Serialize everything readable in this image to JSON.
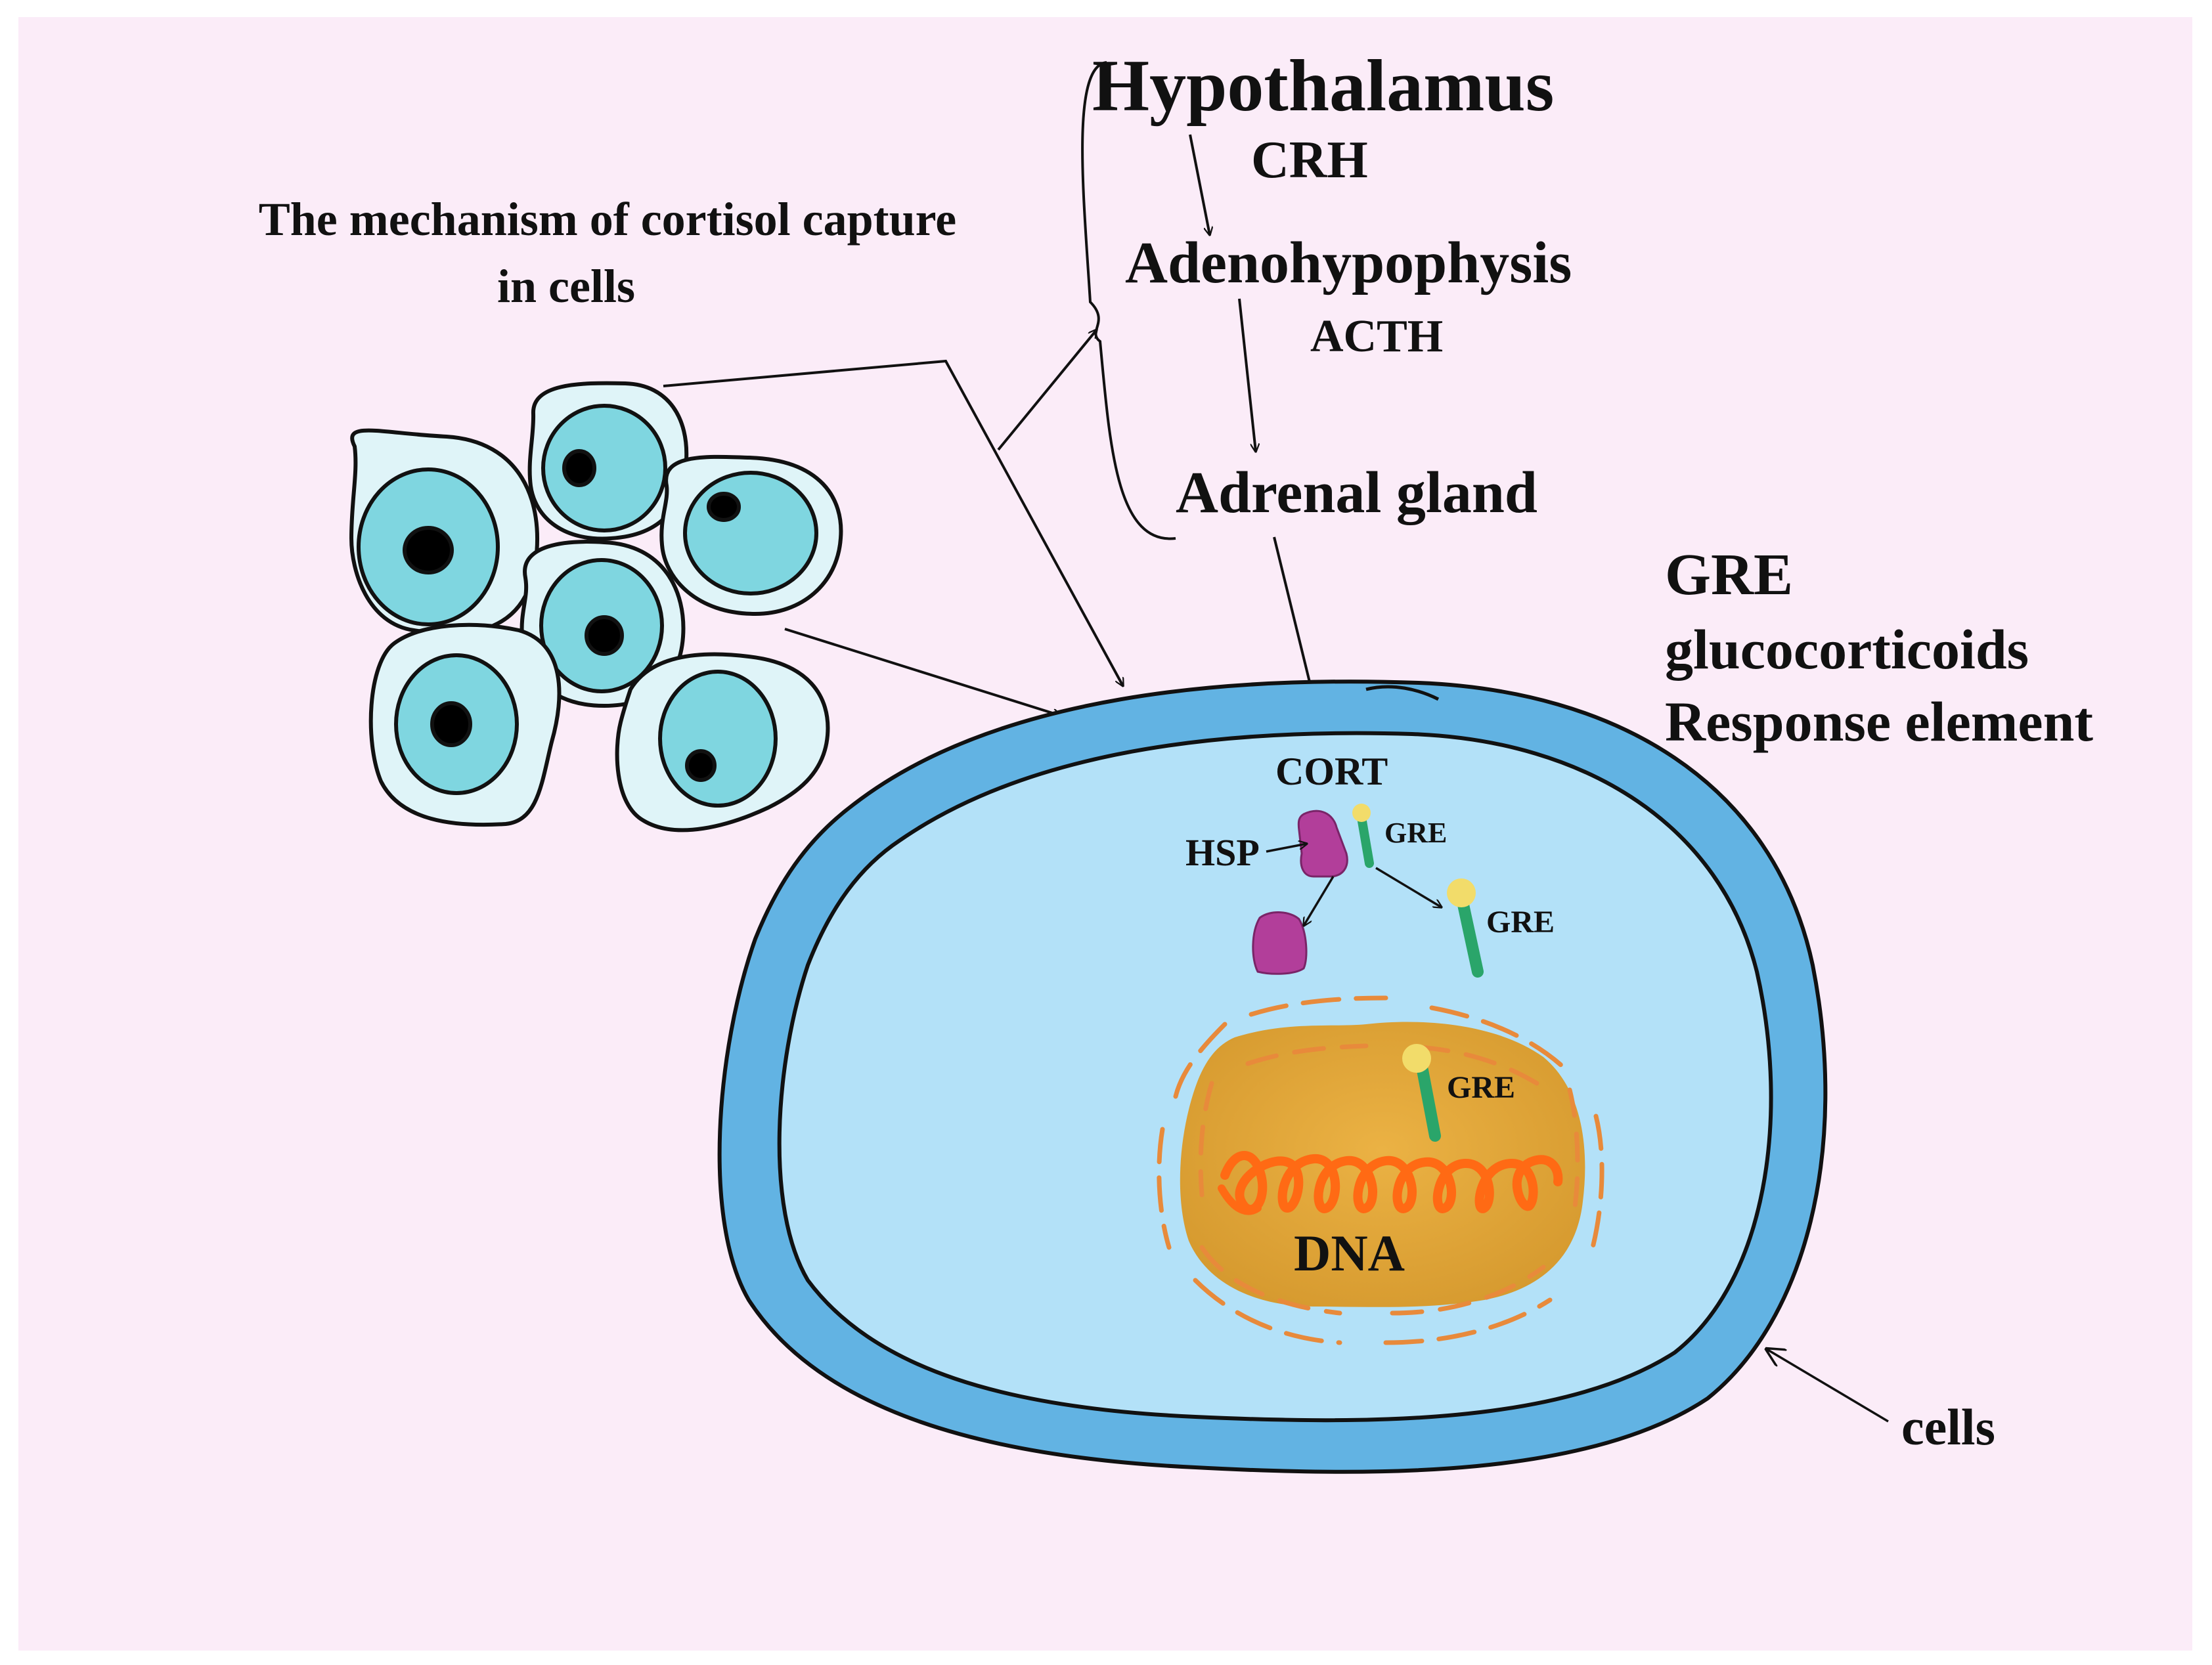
{
  "texts": {
    "caption_line1": "The mechanism of cortisol capture",
    "caption_line2": "in cells",
    "hypothalamus": "Hypothalamus",
    "crh": "CRH",
    "adenohypophysis": "Adenohypophysis",
    "acth": "ACTH",
    "adrenal": "Adrenal gland",
    "gre_title": "GRE",
    "gre_def1": "glucocorticoids",
    "gre_def2": "Response element",
    "cort": "CORT",
    "hsp": "HSP",
    "gre_small": "GRE",
    "gre_free": "GRE",
    "gre_nucleus": "GRE",
    "dna": "DNA",
    "cells": "cells"
  },
  "colors": {
    "background": "#fbecf8",
    "membrane": "#62b3e3",
    "cytoplasm": "#b3e1f8",
    "tissue_cell": "#dff4f8",
    "tissue_nucleus": "#7fd6e0",
    "nucleus_fill": "#e3a93a",
    "nucleus_dash": "#e88a3b",
    "dna_helix": "#ff6a14",
    "hsp": "#b23e9a",
    "receptor_stem": "#2aa56a",
    "receptor_head": "#f2dc6a"
  }
}
